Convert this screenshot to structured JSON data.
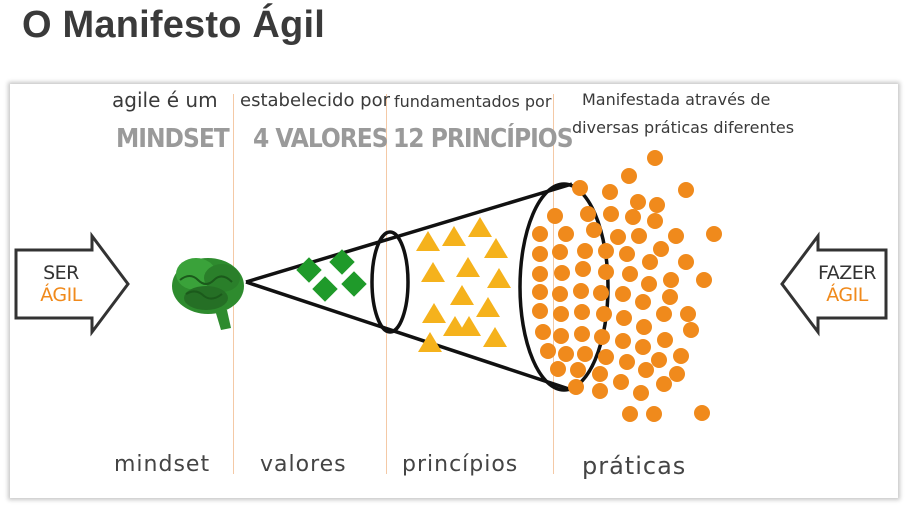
{
  "title": "O Manifesto Ágil",
  "headers": {
    "mindset_small": "agile é um",
    "mindset_big": "MINDSET",
    "valores_small": "estabelecido por",
    "valores_big": "4 VALORES",
    "principios_small": "fundamentados por",
    "principios_big": "12 PRINCÍPIOS",
    "praticas_line1": "Manifestada através de",
    "praticas_line2": "diversas práticas diferentes"
  },
  "footer": {
    "mindset": "mindset",
    "valores": "valores",
    "principios": "princípios",
    "praticas": "práticas"
  },
  "left_arrow": {
    "line1": "SER",
    "line2": "ÁGIL"
  },
  "right_arrow": {
    "line1": "FAZER",
    "line2": "ÁGIL"
  },
  "colors": {
    "brain": "#2e8b2e",
    "diamond": "#1f9a2a",
    "triangle": "#f5b21c",
    "dot": "#f08a1c",
    "accent": "#f08a1c",
    "divider": "#f4c9a6"
  },
  "icons": [
    "brain-icon",
    "diamond-icon",
    "triangle-icon",
    "dot-icon"
  ]
}
